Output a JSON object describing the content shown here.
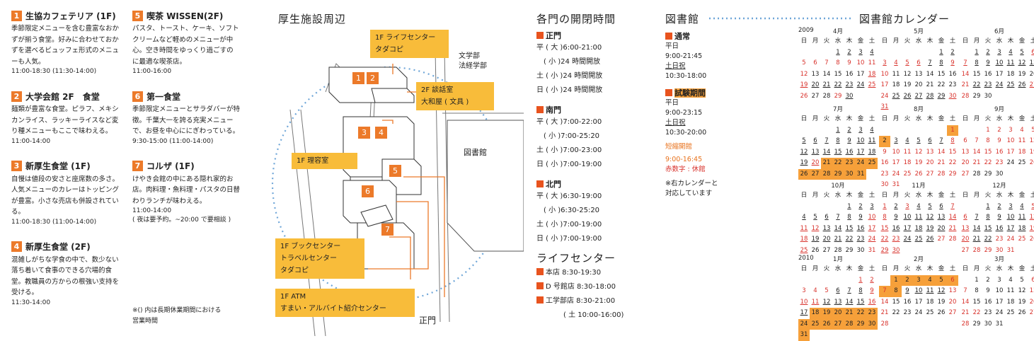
{
  "facilities_left": [
    {
      "num": "1",
      "name": "生協カフェテリア (1F)",
      "desc": "季節限定メニューを含む豊富なおかずが揃う食堂。好みに合わせておかずを選べるビュッフェ形式のメニューも人気。",
      "hours": "11:00-18:30 (11:30-14:00)"
    },
    {
      "num": "2",
      "name": "大学会館 2F　食堂",
      "desc": "麺類が豊富な食堂。ピラフ、メキシカンライス、ラッキーライスなど変り種メニューもここで味わえる。",
      "hours": "11:00-14:00"
    },
    {
      "num": "3",
      "name": "新厚生食堂 (1F)",
      "desc": "自慢は値段の安さと座席数の多さ。人気メニューのカレーはトッピングが豊富。小さな売店も併設されている。",
      "hours": "11:00-18:30 (11:00-14:00)"
    },
    {
      "num": "4",
      "name": "新厚生食堂 (2F)",
      "desc": "混雑しがちな学食の中で、数少ない落ち着いて食事のできる穴場的食堂。教職員の方からの根強い支持を受ける。",
      "hours": "11:30-14:00"
    }
  ],
  "facilities_right": [
    {
      "num": "5",
      "name": "喫茶 WISSEN(2F)",
      "desc": "パスタ、トースト、ケーキ、ソフトクリームなど軽めのメニューが中心。空き時間をゆっくり過ごすのに最適な喫茶店。",
      "hours": "11:00-16:00"
    },
    {
      "num": "6",
      "name": "第一食堂",
      "desc": "季節限定メニューとサラダバーが特徴。千葉大一を誇る充実メニューで、お昼を中心ににぎわっている。",
      "hours": "9:30-15:00 (11:00-14:00)"
    },
    {
      "num": "7",
      "name": "コルザ (1F)",
      "desc": "けやき会館の中にある隠れ家的お店。肉料理・魚料理・パスタの日替わりランチが味わえる。",
      "hours": "11:00-14:00\n( 夜は要予約。~20:00 で要相談 )"
    }
  ],
  "note_long_break": "※() 内は長期休業期間における\n営業時間",
  "map": {
    "title": "厚生施設周辺",
    "label_life_center": "1F ライフセンター\nタダコピ",
    "label_danwa": "2F 談話室\n大和屋 ( 文具 )",
    "label_barber": "1F 理容室",
    "label_book": "1F ブックセンター\nトラベルセンター\nタダコピ",
    "label_atm": "1F ATM\nすまい・アルバイト紹介センター",
    "text_bunkei": "文学部\n法経学部",
    "text_library": "図書館",
    "text_seimon": "正門"
  },
  "gates": {
    "title": "各門の開閉時間",
    "groups": [
      {
        "name": "正門",
        "lines": [
          "平 ( 大 )6:00-21:00",
          "( 小 )24 時間開放",
          "土 ( 小 )24 時間開放",
          "日 ( 小 )24 時間開放"
        ]
      },
      {
        "name": "南門",
        "lines": [
          "平 ( 大 )7:00-22:00",
          "( 小 )7:00-25:20",
          "土 ( 小 )7:00-23:00",
          "日 ( 小 )7:00-19:00"
        ]
      },
      {
        "name": "北門",
        "lines": [
          "平 ( 大 )6:30-19:00",
          "( 小 )6:30-25:20",
          "土 ( 小 )7:00-19:00",
          "日 ( 小 )7:00-19:00"
        ]
      }
    ]
  },
  "life_center": {
    "title": "ライフセンター",
    "items": [
      "本店 8:30-19:30",
      "D 号館店 8:30-18:00",
      "工学部店 8:30-21:00"
    ],
    "extra": "( 土 10:00-16:00)"
  },
  "library": {
    "title": "図書館",
    "cal_title": "図書館カレンダー",
    "normal_head": "通常",
    "normal_lines": [
      "平日",
      "9:00-21:45",
      "土日祝",
      "10:30-18:00"
    ],
    "exam_head": "試験期間",
    "exam_lines": [
      "平日",
      "9:00-23:15",
      "土日祝",
      "10:30-20:00"
    ],
    "short_head": "短縮開館",
    "short_time": "9:00-16:45",
    "red_note": "赤数字 : 休館",
    "cal_note": "※右カレンダーと\n対応しています"
  },
  "calendar": {
    "weekdays": [
      "日",
      "月",
      "火",
      "水",
      "木",
      "金",
      "土"
    ],
    "months": [
      {
        "label": "4月",
        "year": "2009",
        "start": 3,
        "days": 30,
        "red": [
          5,
          6,
          7,
          8,
          9,
          10,
          11,
          12,
          18,
          19,
          25,
          26,
          29
        ],
        "hl": [],
        "ul": [
          1,
          2,
          3,
          4,
          18,
          19,
          20,
          21,
          22,
          23,
          24,
          25,
          30
        ]
      },
      {
        "label": "5月",
        "start": 5,
        "days": 31,
        "red": [
          3,
          4,
          5,
          6,
          9,
          10,
          17,
          24,
          30,
          31
        ],
        "hl": [],
        "ul": [
          1,
          2,
          3,
          4,
          5,
          6,
          7,
          8,
          9,
          25,
          26,
          27,
          28,
          29,
          30,
          31
        ]
      },
      {
        "label": "6月",
        "start": 1,
        "days": 30,
        "red": [
          6,
          7,
          14,
          21,
          27,
          28
        ],
        "hl": [],
        "ul": [
          1,
          2,
          3,
          4,
          5,
          6,
          7,
          8,
          9,
          10,
          11,
          12,
          13,
          22,
          23,
          24,
          25,
          26,
          27
        ]
      },
      {
        "label": "7月",
        "start": 3,
        "days": 31,
        "red": [
          20
        ],
        "hl": [
          21,
          22,
          23,
          24,
          25,
          26,
          27,
          28,
          29,
          30,
          31
        ],
        "ul": [
          1,
          2,
          3,
          4,
          5,
          6,
          7,
          8,
          9,
          10,
          11,
          12,
          13,
          14,
          15,
          16,
          17,
          18,
          19,
          20
        ]
      },
      {
        "label": "8月",
        "start": 6,
        "days": 31,
        "red": [
          1,
          8,
          9,
          10,
          11,
          12,
          13,
          14,
          15,
          16,
          17,
          18,
          19,
          20,
          21,
          22,
          23,
          24,
          25,
          26,
          27,
          28,
          29,
          30,
          31
        ],
        "hl": [
          1,
          2
        ],
        "ul": [
          3,
          4,
          5,
          6,
          7,
          8
        ]
      },
      {
        "label": "9月",
        "start": 2,
        "days": 30,
        "red": [
          1,
          2,
          3,
          4,
          5,
          6,
          7,
          8,
          9,
          10,
          11,
          12,
          13,
          14,
          15,
          16,
          17,
          18,
          19,
          20,
          21,
          22,
          23,
          26,
          27
        ],
        "hl": [],
        "ul": []
      },
      {
        "label": "10月",
        "start": 4,
        "days": 31,
        "red": [
          10,
          11,
          12,
          17,
          18,
          24,
          25,
          31
        ],
        "hl": [],
        "ul": [
          1,
          2,
          3,
          4,
          5,
          6,
          7,
          8,
          9,
          10,
          11,
          12,
          13,
          14,
          15,
          16,
          17,
          18,
          19,
          20,
          21,
          22,
          23,
          24,
          25
        ]
      },
      {
        "label": "11月",
        "start": 0,
        "days": 30,
        "red": [
          1,
          3,
          7,
          8,
          14,
          15,
          21,
          22,
          23,
          27,
          28,
          29,
          30
        ],
        "hl": [],
        "ul": [
          1,
          2,
          3,
          4,
          5,
          6,
          7,
          8,
          9,
          10,
          11,
          12,
          13,
          14,
          15,
          16,
          17,
          18,
          19,
          20,
          21,
          22,
          23,
          24,
          25,
          26,
          29,
          30
        ]
      },
      {
        "label": "12月",
        "start": 2,
        "days": 31,
        "red": [
          5,
          6,
          12,
          13,
          19,
          20,
          23,
          24,
          25,
          26,
          27,
          28,
          29,
          30,
          31
        ],
        "hl": [],
        "ul": [
          1,
          2,
          3,
          4,
          5,
          6,
          7,
          8,
          9,
          10,
          11,
          12,
          13,
          14,
          15,
          16,
          17,
          18,
          19,
          20,
          21,
          22
        ]
      },
      {
        "label": "1月",
        "year": "2010",
        "start": 5,
        "days": 31,
        "red": [
          1,
          2,
          3,
          4,
          5,
          9,
          10,
          11,
          16
        ],
        "hl": [
          18,
          19,
          20,
          21,
          22,
          23,
          24,
          25,
          26,
          27,
          28,
          29,
          30,
          31
        ],
        "ul": [
          1,
          2,
          6,
          7,
          8,
          9,
          10,
          11,
          12,
          13,
          14,
          15,
          16,
          17
        ]
      },
      {
        "label": "2月",
        "start": 1,
        "days": 28,
        "red": [
          6,
          7,
          13,
          14,
          20,
          21,
          27,
          28
        ],
        "hl": [
          1,
          2,
          3,
          4,
          5,
          6,
          7,
          8
        ],
        "ul": [
          9,
          10,
          11,
          12
        ]
      },
      {
        "label": "3月",
        "start": 1,
        "days": 31,
        "red": [
          6,
          7,
          13,
          14,
          20,
          21,
          22,
          27,
          28
        ],
        "hl": [],
        "ul": []
      }
    ]
  },
  "colors": {
    "orange": "#ec7a2a",
    "yellow": "#f8bc3a",
    "red": "#d8312b",
    "highlight": "#f6a03a"
  }
}
